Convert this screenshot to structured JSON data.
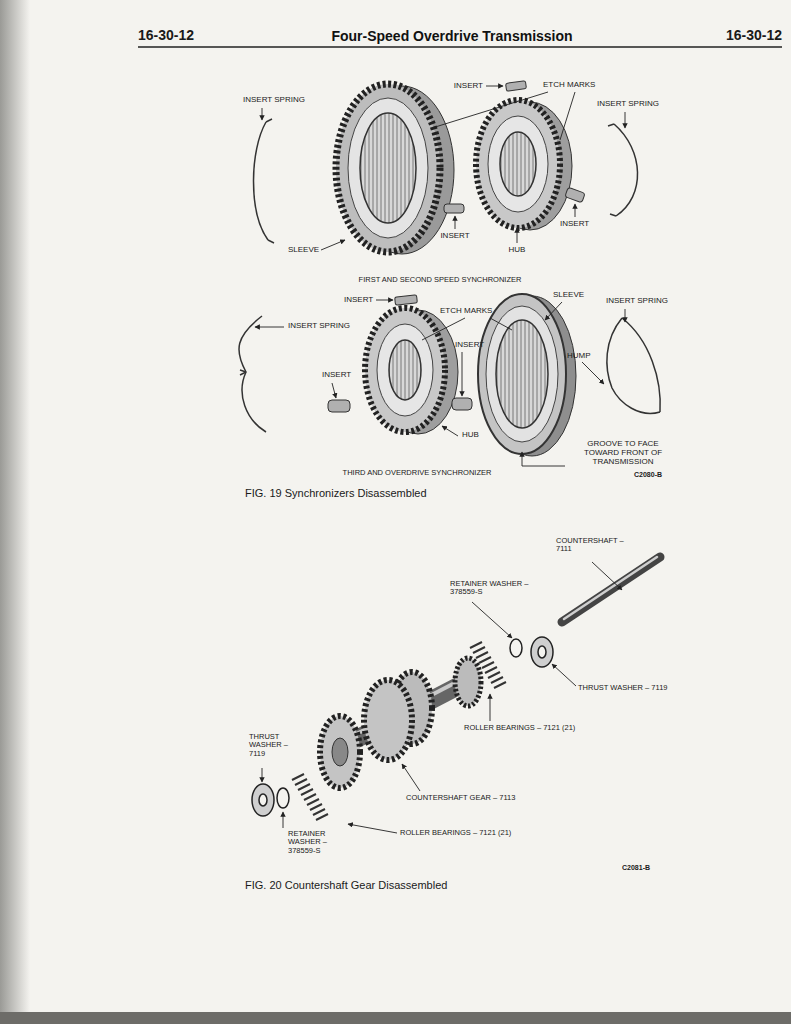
{
  "diagram": {
    "title": "Four-Speed Overdrive Transmission",
    "labels": [
      "16-30-12",
      "16-30-12",
      "INSERT",
      "ETCH MARKS",
      "INSERT SPRING",
      "INSERT SPRING",
      "INSERT",
      "INSERT",
      "SLEEVE",
      "HUB",
      "FIRST AND SECOND SPEED SYNCHRONIZER",
      "INSERT",
      "SLEEVE",
      "INSERT SPRING",
      "ETCH MARKS",
      "INSERT SPRING",
      "INSERT",
      "HUMP",
      "INSERT",
      "HUB",
      "GROOVE TO FACE TOWARD FRONT OF TRANSMISSION",
      "THIRD AND OVERDRIVE SYNCHRONIZER",
      "C2080-B",
      "FIG. 19 Synchronizers Disassembled",
      "COUNTERSHAFT – 7111",
      "RETAINER WASHER – 378559-S",
      "THRUST WASHER – 7119",
      "ROLLER BEARINGS – 7121 (21)",
      "THRUST WASHER – 7119",
      "COUNTERSHAFT GEAR – 7113",
      "ROLLER BEARINGS – 7121 (21)",
      "RETAINER WASHER – 378559-S",
      "C2081-B",
      "FIG. 20 Countershaft Gear Disassembled"
    ]
  }
}
